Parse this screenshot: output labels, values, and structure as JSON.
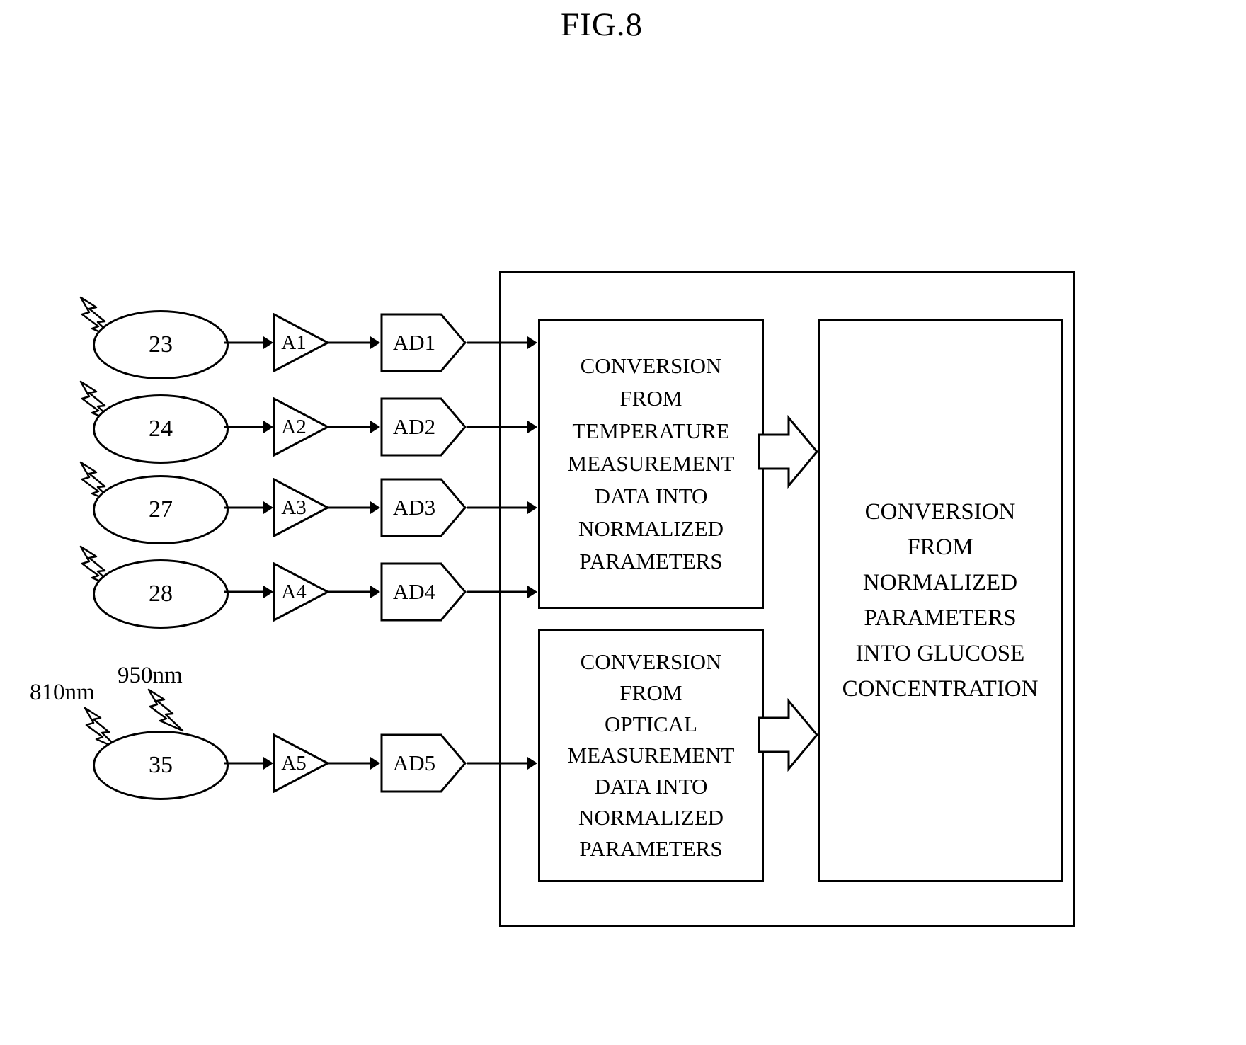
{
  "title": "FIG.8",
  "sensors": [
    {
      "label": "23"
    },
    {
      "label": "24"
    },
    {
      "label": "27"
    },
    {
      "label": "28"
    },
    {
      "label": "35"
    }
  ],
  "amplifiers": [
    {
      "label": "A1"
    },
    {
      "label": "A2"
    },
    {
      "label": "A3"
    },
    {
      "label": "A4"
    },
    {
      "label": "A5"
    }
  ],
  "converters": [
    {
      "label": "AD1"
    },
    {
      "label": "AD2"
    },
    {
      "label": "AD3"
    },
    {
      "label": "AD4"
    },
    {
      "label": "AD5"
    }
  ],
  "wavelengths": {
    "label_810": "810nm",
    "label_950": "950nm"
  },
  "blocks": {
    "temperature": "CONVERSION\nFROM\nTEMPERATURE\nMEASUREMENT\nDATA INTO\nNORMALIZED\nPARAMETERS",
    "optical": "CONVERSION\nFROM\nOPTICAL\nMEASUREMENT\nDATA INTO\nNORMALIZED\nPARAMETERS",
    "glucose": "CONVERSION\nFROM\nNORMALIZED\nPARAMETERS\nINTO GLUCOSE\nCONCENTRATION"
  },
  "colors": {
    "ink": "#000000",
    "background": "#ffffff"
  }
}
